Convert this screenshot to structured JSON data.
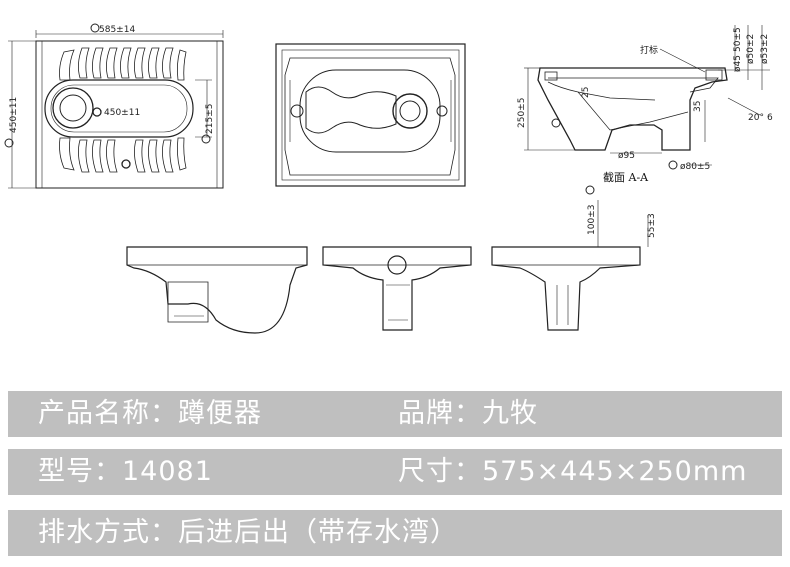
{
  "drawing": {
    "dims": {
      "top_width": "585±14",
      "top_height": "450±11",
      "hole_dia": "450±11",
      "hole_height": "215±5",
      "total_height": "250±5",
      "d45": "50±5",
      "phi45": "ø45",
      "phi50": "ø50±2",
      "phi53": "ø53±2",
      "h35": "35",
      "h25": "25",
      "phi95": "ø95",
      "phi80": "ø80±5",
      "angle": "20°",
      "lip6": "6",
      "h100": "100±3",
      "h55": "55±3",
      "dabiao": "打标"
    },
    "section_label": "截面 A-A"
  },
  "specs": {
    "product_name": "产品名称：蹲便器",
    "brand": "品牌：九牧",
    "model": "型号：14081",
    "size": "尺寸：575×445×250mm",
    "drain": "排水方式：后进后出（带存水湾）"
  }
}
